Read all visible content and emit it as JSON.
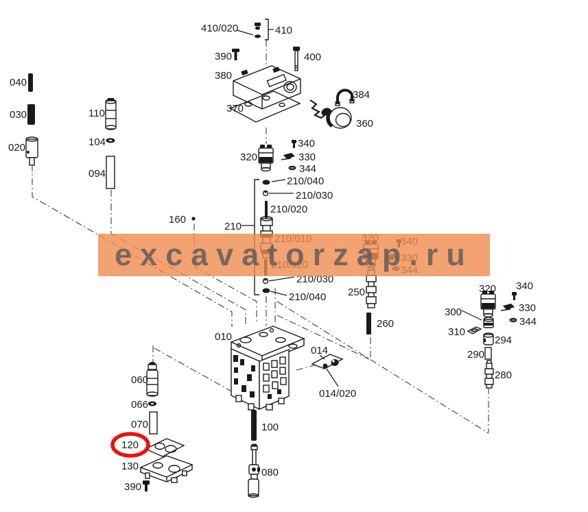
{
  "watermark": {
    "text": "excavatorzap.ru"
  },
  "colors": {
    "watermark_band": "#F08B4D",
    "watermark_text": "#5C5C5C",
    "highlight_ring": "#E8140C",
    "line_art": "#1A1A1A"
  },
  "highlighted_part": "120",
  "parts": {
    "p040": "040",
    "p030": "030",
    "p020": "020",
    "p110": "110",
    "p104": "104",
    "p094": "094",
    "p410_020": "410/020",
    "p410": "410",
    "p390_top": "390",
    "p400": "400",
    "p380": "380",
    "p370": "370",
    "p384": "384",
    "p360": "360",
    "p320_a": "320",
    "p340_a": "340",
    "p330_a": "330",
    "p344_a": "344",
    "p210_040_a": "210/040",
    "p210_030_a": "210/030",
    "p210_020_a": "210/020",
    "p210": "210",
    "p160": "160",
    "p210_010": "210/010",
    "p210_020_b": "210/020",
    "p210_030_b": "210/030",
    "p210_040_b": "210/040",
    "p320_b": "320",
    "p340_b": "340",
    "p330_b": "330",
    "p344_b": "344",
    "p250": "250",
    "p260": "260",
    "p320_c": "320",
    "p340_c": "340",
    "p330_c": "330",
    "p344_c": "344",
    "p300": "300",
    "p310": "310",
    "p294": "294",
    "p290": "290",
    "p280": "280",
    "p010": "010",
    "p014": "014",
    "p014_020": "014/020",
    "p060": "060",
    "p066": "066",
    "p070": "070",
    "p120": "120",
    "p130": "130",
    "p390_bottom": "390",
    "p100": "100",
    "p080": "080"
  }
}
